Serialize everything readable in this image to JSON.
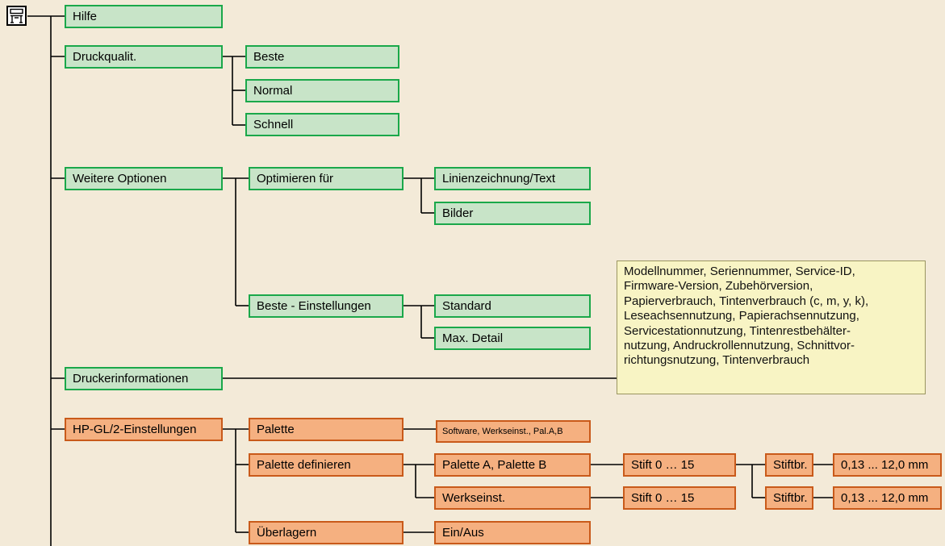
{
  "nodes": {
    "hilfe": "Hilfe",
    "druckqualitaet": "Druckqualit.",
    "beste": "Beste",
    "normal": "Normal",
    "schnell": "Schnell",
    "weitere_optionen": "Weitere Optionen",
    "optimieren_fuer": "Optimieren für",
    "linienzeichnung": "Linienzeichnung/Text",
    "bilder": "Bilder",
    "beste_einstellungen": "Beste - Einstellungen",
    "standard": "Standard",
    "max_detail": "Max. Detail",
    "druckerinformationen": "Druckerinformationen",
    "hpgl2": "HP-GL/2-Einstellungen",
    "palette": "Palette",
    "palette_options": "Software, Werkseinst., Pal.A,B",
    "palette_definieren": "Palette definieren",
    "palette_ab": "Palette A, Palette B",
    "werkseinst": "Werkseinst.",
    "stift_1": "Stift 0 … 15",
    "stift_2": "Stift 0 … 15",
    "stiftbr_1": "Stiftbr.",
    "stiftbr_2": "Stiftbr.",
    "mm_1": "0,13 ... 12,0 mm",
    "mm_2": "0,13 ... 12,0 mm",
    "ueberlagern": "Überlagern",
    "ein_aus": "Ein/Aus"
  },
  "info_lines": [
    "Modellnummer, Seriennummer, Service-ID,",
    "Firmware-Version, Zubehörversion,",
    "Papierverbrauch, Tintenverbrauch (c, m, y, k),",
    "Leseachsennutzung, Papierachsennutzung,",
    "Servicestationnutzung,  Tintenrestbehälter-",
    "nutzung, Andruckrollennutzung, Schnittvor-",
    "richtungsnutzung, Tintenverbrauch"
  ],
  "root_icon": "printer-icon",
  "colors": {
    "background": "#f3ead8",
    "green_fill": "#c8e4c8",
    "green_border": "#1aa84a",
    "orange_fill": "#f5b080",
    "orange_border": "#c95a1a",
    "info_fill": "#f8f4c4"
  }
}
